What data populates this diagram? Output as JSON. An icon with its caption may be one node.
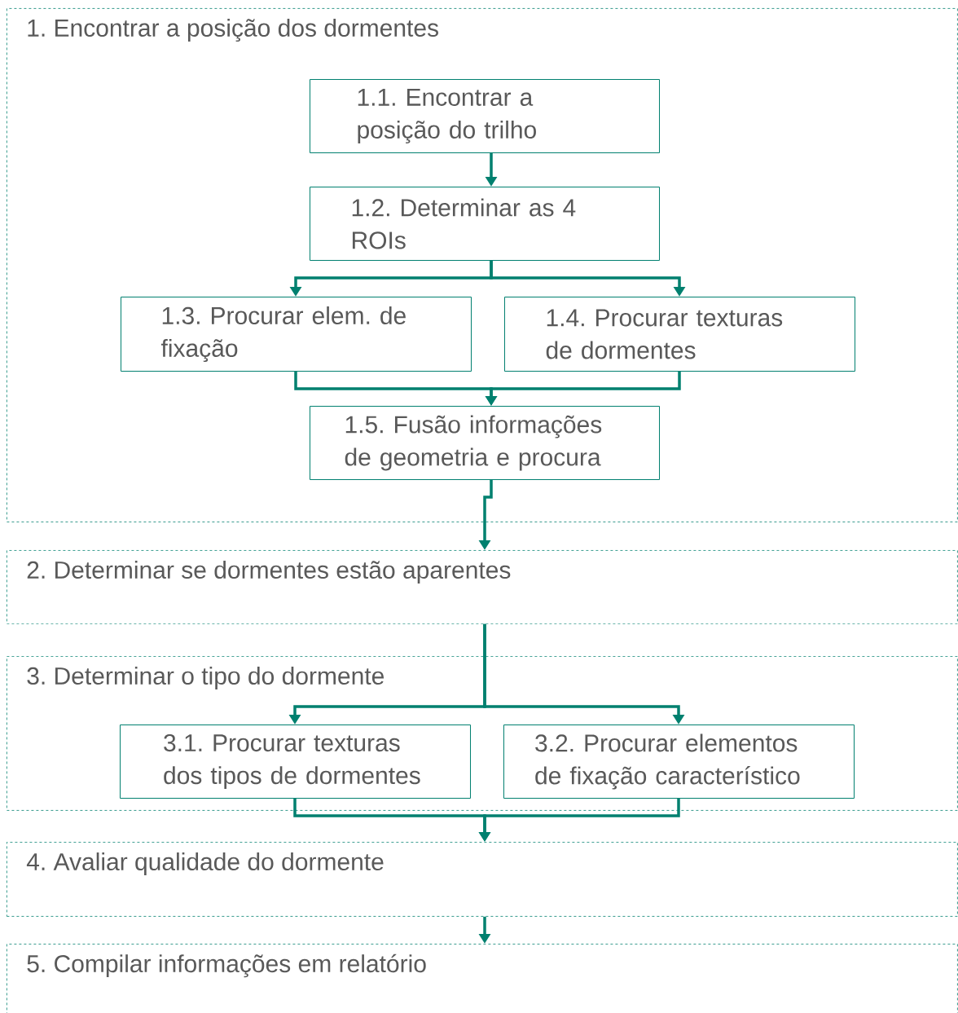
{
  "diagram": {
    "nodes": [
      {
        "text": [
          "1. Encontrar a posição dos dormentes"
        ]
      },
      {
        "text": [
          "1.1. Encontrar a posição do trilho"
        ],
        "in": 0
      },
      {
        "text": [
          "1.2. Determinar as 4 ROIs"
        ],
        "in": 0
      },
      {
        "text": [
          "1.3. Procurar elem. de fixação"
        ],
        "in": 0
      },
      {
        "text": [
          "1.4. Procurar texturas de dormentes"
        ],
        "in": 0
      },
      {
        "text": [
          "1.5. Fusão informações de geometria e procura"
        ],
        "in": 0
      },
      {
        "text": [
          "2. Determinar se dormentes estão aparentes"
        ]
      },
      {
        "text": [
          "3. Determinar o tipo do dormente"
        ]
      },
      {
        "text": [
          "3.1. Procurar texturas dos tipos de dormentes"
        ],
        "in": 7
      },
      {
        "text": [
          "3.2. Procurar elementos de fixação característico"
        ],
        "in": 7
      },
      {
        "text": [
          "4. Avaliar qualidade do dormente"
        ]
      },
      {
        "text": [
          "5. Compilar informações em relatório"
        ]
      }
    ],
    "edges": [
      {
        "from": 1,
        "to": 2,
        "arrow": "to"
      },
      {
        "from": 2,
        "to": 3,
        "arrow": "to"
      },
      {
        "from": 2,
        "to": 4,
        "arrow": "to"
      },
      {
        "from": 3,
        "to": 5,
        "arrow": "to"
      },
      {
        "from": 4,
        "to": 5,
        "arrow": "to"
      },
      {
        "from": 5,
        "to": 6,
        "arrow": "to"
      },
      {
        "from": 6,
        "to": 8,
        "arrow": "to"
      },
      {
        "from": 6,
        "to": 9,
        "arrow": "to"
      },
      {
        "from": 8,
        "to": 10,
        "arrow": "to"
      },
      {
        "from": 9,
        "to": 10,
        "arrow": "to"
      },
      {
        "from": 10,
        "to": 11,
        "arrow": "to"
      }
    ]
  }
}
